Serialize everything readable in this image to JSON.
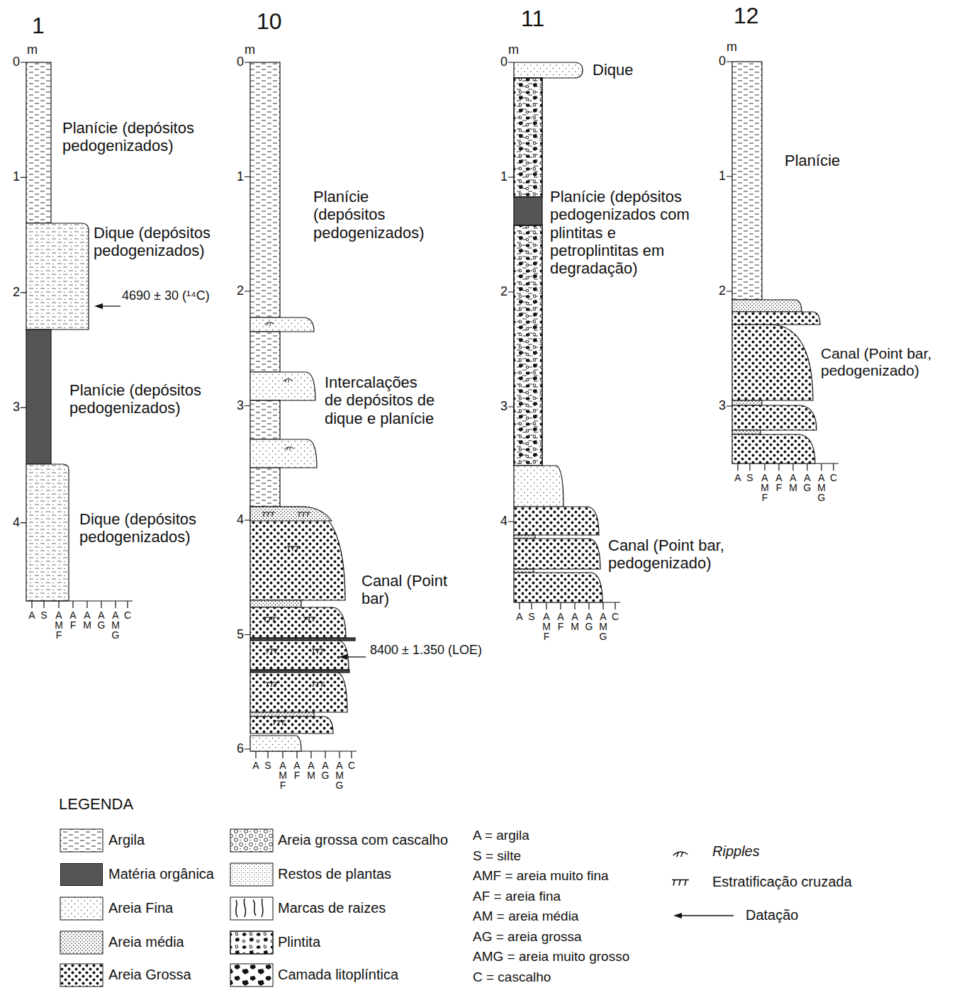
{
  "diagram": {
    "labels": [
      "1",
      "m",
      "0",
      "1",
      "2",
      "3",
      "4",
      "Planície (depósitos pedogenizados)",
      "Dique (depósitos pedogenizados)",
      "4690 ± 30 (¹⁴C)",
      "Planície (depósitos pedogenizados)",
      "Dique (depósitos pedogenizados)",
      "A",
      "S",
      "A M F",
      "A F",
      "A M",
      "A G",
      "A M G",
      "C",
      "10",
      "m",
      "0",
      "1",
      "2",
      "3",
      "4",
      "5",
      "6",
      "Planície (depósitos pedogenizados)",
      "Intercalações de depósitos de dique e planície",
      "Canal (Point bar)",
      "8400 ± 1.350 (LOE)",
      "A",
      "S",
      "A M F",
      "A F",
      "A M",
      "A G",
      "A M G",
      "C",
      "11",
      "m",
      "0",
      "1",
      "2",
      "3",
      "4",
      "Dique",
      "Planície (depósitos pedogenizados com plintitas e petroplintitas em degradação)",
      "Canal (Point bar, pedogenizado)",
      "A",
      "S",
      "A M F",
      "A F",
      "A M",
      "A G",
      "A M G",
      "C",
      "12",
      "m",
      "0",
      "1",
      "2",
      "3",
      "Planície",
      "Canal (Point bar, pedogenizado)",
      "A",
      "S",
      "A M F",
      "A F",
      "A M",
      "A G",
      "A M G",
      "C",
      "LEGENDA",
      "A = argila",
      "S = silte",
      "AMF = areia muito fina",
      "AF = areia fina",
      "AM = areia média",
      "AG = areia grossa",
      "AMG = areia muito grosso",
      "C = cascalho"
    ],
    "legend": [
      {
        "text": "Argila"
      },
      {
        "text": "Matéria orgânica",
        "color": "#555555"
      },
      {
        "text": "Areia Fina"
      },
      {
        "text": "Areia média"
      },
      {
        "text": "Areia Grossa"
      },
      {
        "text": "Areia grossa com cascalho"
      },
      {
        "text": "Restos de plantas"
      },
      {
        "text": "Marcas de raizes"
      },
      {
        "text": "Plintita"
      },
      {
        "text": "Camada litoplíntica"
      },
      {
        "text": "Ripples"
      },
      {
        "text": "Estratificação cruzada"
      },
      {
        "text": "Datação"
      }
    ]
  }
}
